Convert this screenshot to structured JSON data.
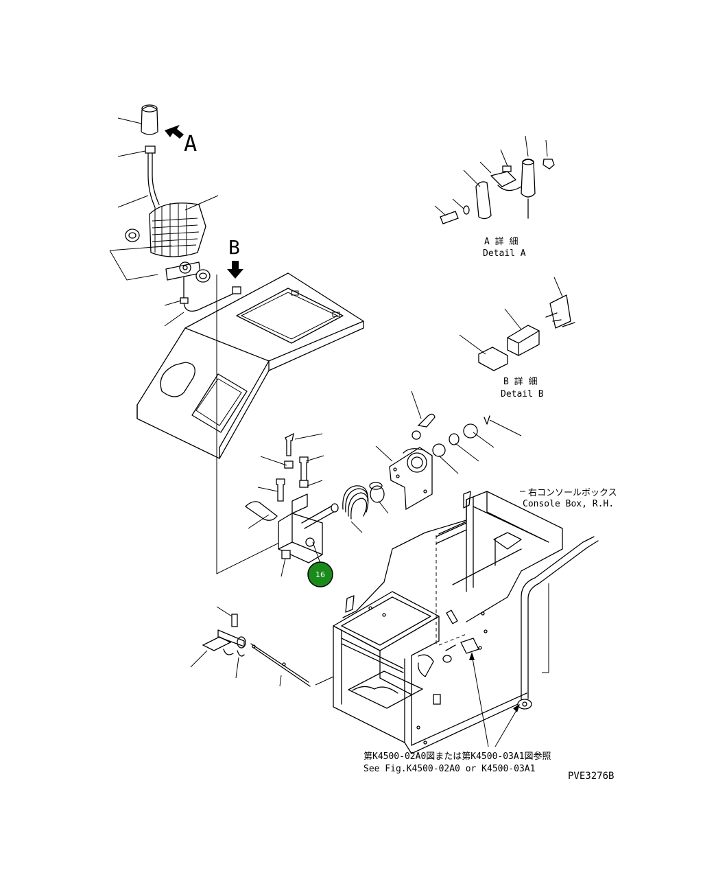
{
  "view_label_a": "A",
  "view_label_b": "B",
  "detail_a": {
    "title_jp": "A 詳 細",
    "title_en": "Detail A"
  },
  "detail_b": {
    "title_jp": "B 詳 細",
    "title_en": "Detail B"
  },
  "console_box": {
    "label_jp": "右コンソールボックス",
    "label_en": "Console Box, R.H."
  },
  "reference": {
    "label_jp": "第K4500-02A0図または第K4500-03A1図参照",
    "label_en": "See Fig.K4500-02A0 or K4500-03A1"
  },
  "drawing_number": "PVE3276B",
  "callout": {
    "number": "16",
    "color": "#1a8a1a"
  }
}
